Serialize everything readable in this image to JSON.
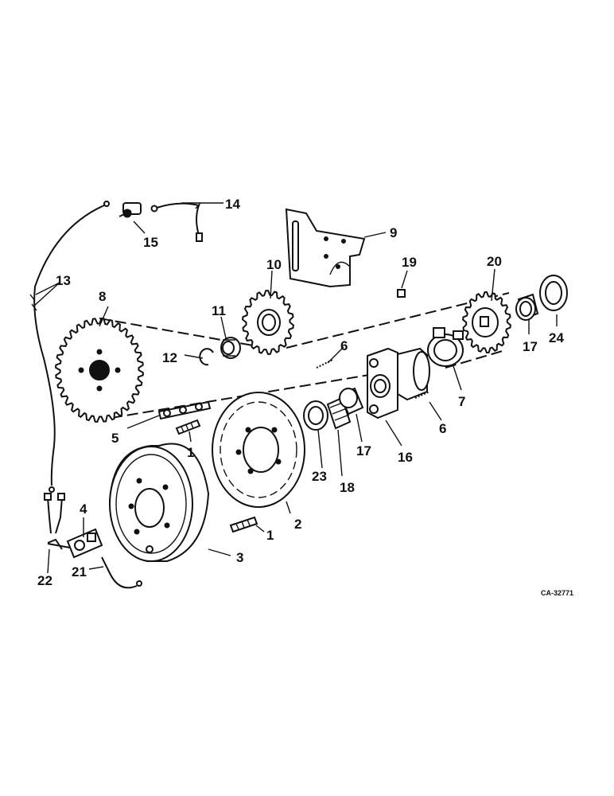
{
  "diagram": {
    "code": "CA-32771",
    "callouts": [
      {
        "id": "1a",
        "text": "1"
      },
      {
        "id": "1b",
        "text": "1"
      },
      {
        "id": "2",
        "text": "2"
      },
      {
        "id": "3",
        "text": "3"
      },
      {
        "id": "4",
        "text": "4"
      },
      {
        "id": "5",
        "text": "5"
      },
      {
        "id": "6a",
        "text": "6"
      },
      {
        "id": "6b",
        "text": "6"
      },
      {
        "id": "7",
        "text": "7"
      },
      {
        "id": "8",
        "text": "8"
      },
      {
        "id": "9",
        "text": "9"
      },
      {
        "id": "10",
        "text": "10"
      },
      {
        "id": "11",
        "text": "11"
      },
      {
        "id": "12",
        "text": "12"
      },
      {
        "id": "13",
        "text": "13"
      },
      {
        "id": "14",
        "text": "14"
      },
      {
        "id": "15",
        "text": "15"
      },
      {
        "id": "16",
        "text": "16"
      },
      {
        "id": "17a",
        "text": "17"
      },
      {
        "id": "17b",
        "text": "17"
      },
      {
        "id": "18",
        "text": "18"
      },
      {
        "id": "19",
        "text": "19"
      },
      {
        "id": "20",
        "text": "20"
      },
      {
        "id": "21",
        "text": "21"
      },
      {
        "id": "22",
        "text": "22"
      },
      {
        "id": "23",
        "text": "23"
      },
      {
        "id": "24",
        "text": "24"
      }
    ]
  }
}
